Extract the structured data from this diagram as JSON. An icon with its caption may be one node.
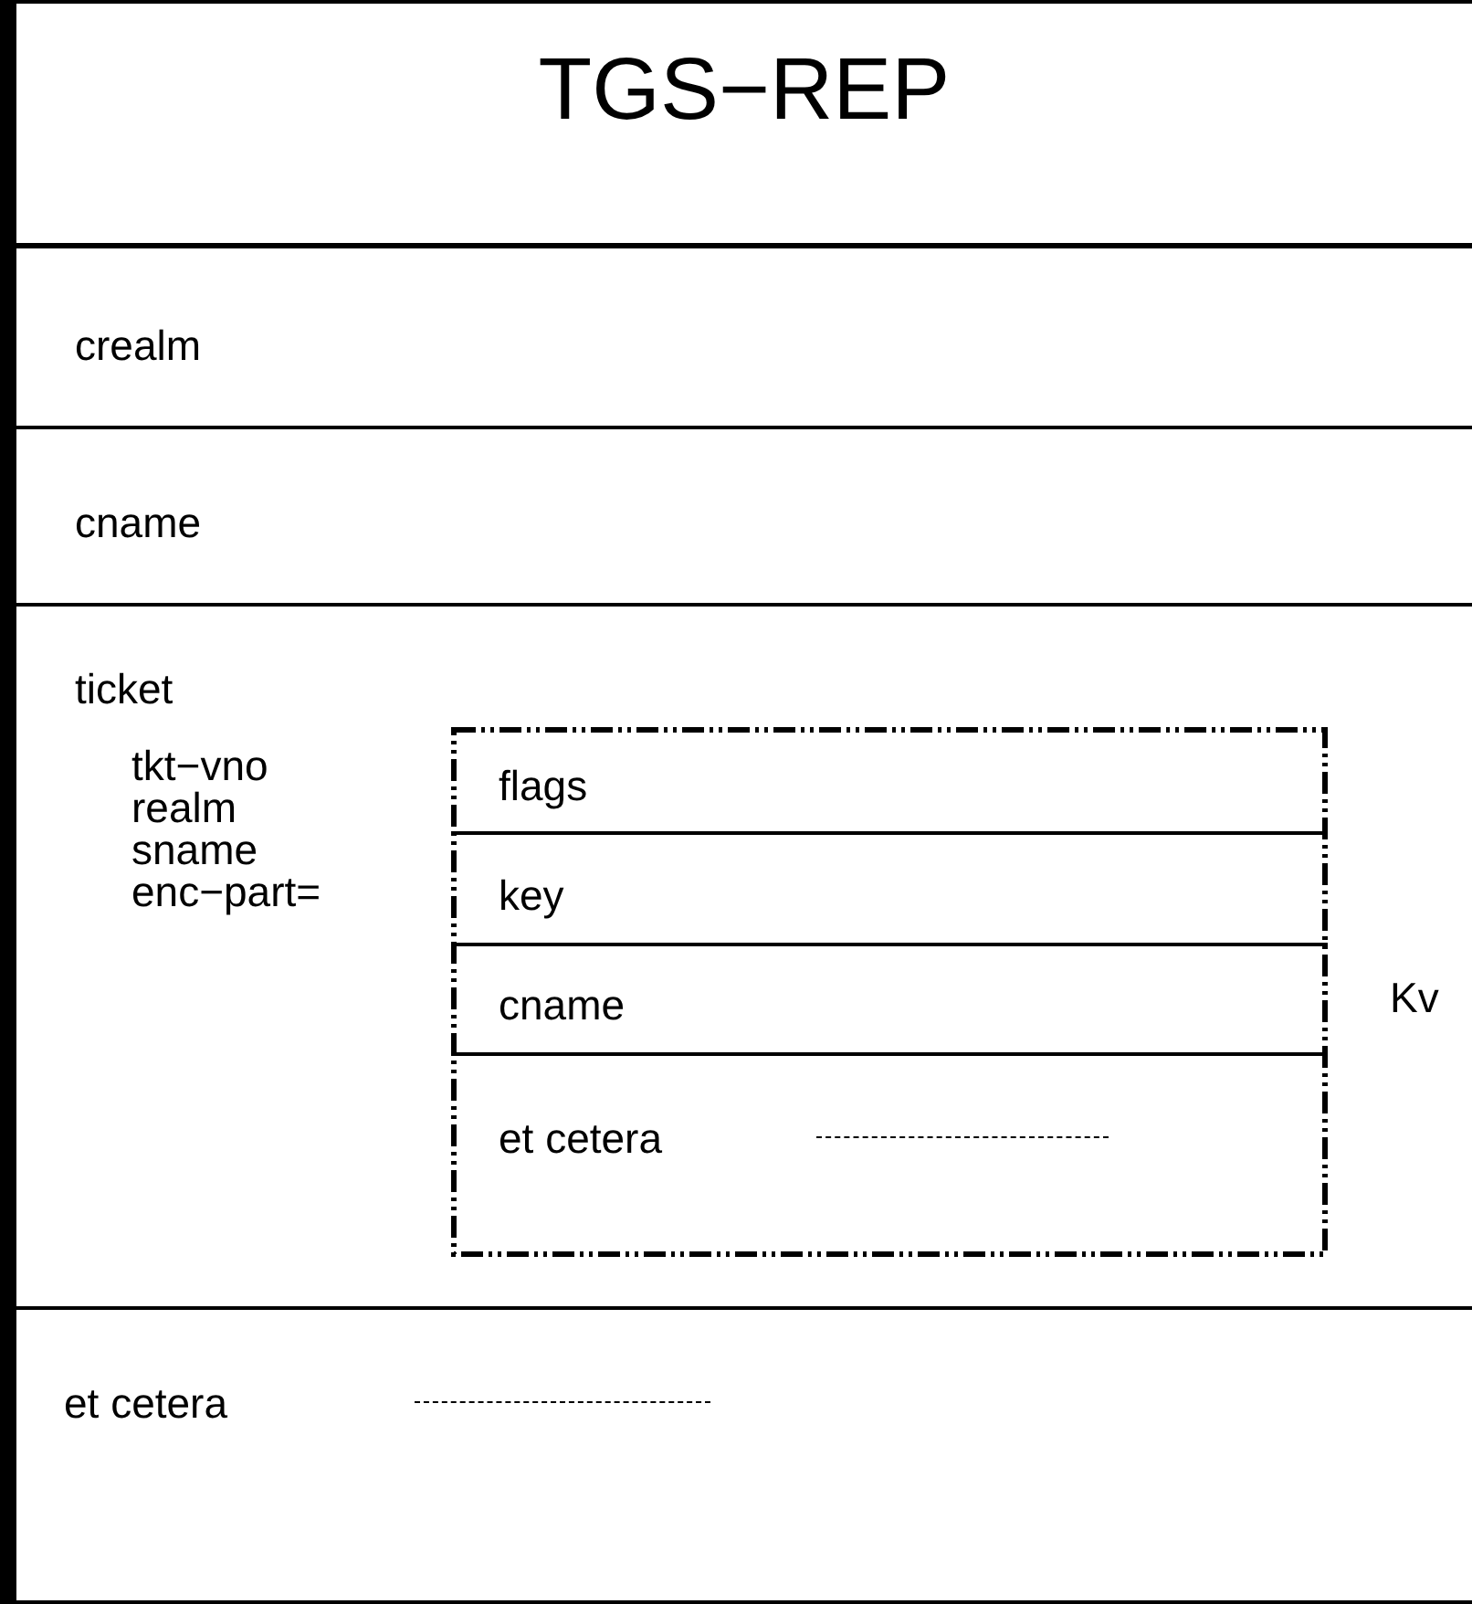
{
  "diagram": {
    "nodes": [
      {
        "text": [
          "TGS−REP"
        ]
      },
      {
        "text": [
          "crealm"
        ]
      },
      {
        "text": [
          "cname"
        ]
      },
      {
        "text": [
          "ticket",
          "tkt−vno",
          "realm",
          "sname",
          "enc−part="
        ]
      },
      {
        "text": [],
        "shape": "box",
        "in": 3,
        "beside": [
          "Kv"
        ]
      },
      {
        "text": [
          "flags"
        ],
        "in": 4
      },
      {
        "text": [
          "key"
        ],
        "in": 4
      },
      {
        "text": [
          "cname"
        ],
        "in": 4
      },
      {
        "text": [
          "et cetera"
        ],
        "in": 4
      },
      {
        "text": [
          "et cetera"
        ]
      }
    ]
  }
}
